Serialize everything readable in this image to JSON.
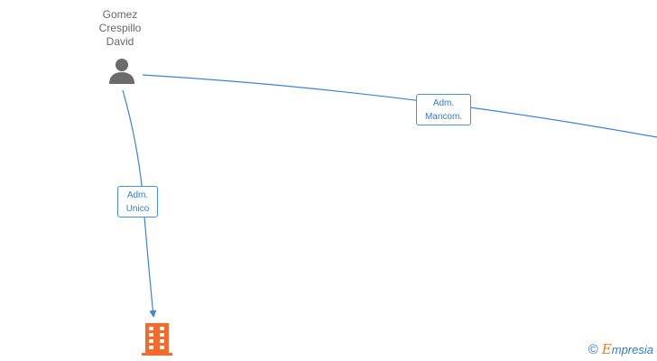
{
  "nodes": {
    "person": {
      "name": "Gomez\nCrespillo\nDavid",
      "icon": "person-icon"
    },
    "company": {
      "icon": "building-icon"
    }
  },
  "edges": [
    {
      "id": "adm-unico",
      "label": "Adm.\nUnico"
    },
    {
      "id": "adm-mancom",
      "label": "Adm.\nMancom."
    }
  ],
  "colors": {
    "edge": "#3b82dc",
    "company_icon": "#f26a2e",
    "person_icon": "#6b6b6b",
    "brand_accent": "#e87d1e"
  },
  "watermark": {
    "symbol": "©",
    "brand_first": "E",
    "brand_rest": "mpresia"
  }
}
